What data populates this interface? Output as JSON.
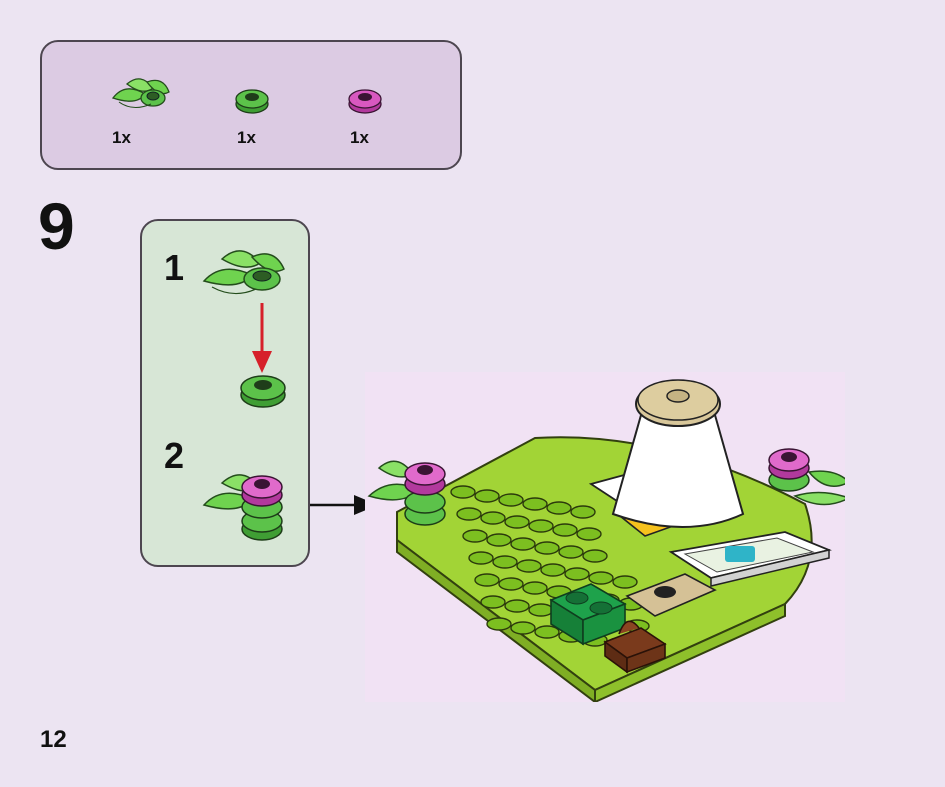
{
  "parts": [
    {
      "name": "leaf-plant-with-round-plate",
      "qty": "1x"
    },
    {
      "name": "green-round-plate",
      "qty": "1x"
    },
    {
      "name": "pink-round-plate",
      "qty": "1x"
    }
  ],
  "step": {
    "number": "9"
  },
  "substeps": [
    {
      "number": "1"
    },
    {
      "number": "2"
    }
  ],
  "page": {
    "number": "12"
  },
  "colors": {
    "leaf": "#6fd34f",
    "plate_green": "#5cc24a",
    "pink": "#d858c0",
    "base_lime": "#a2d436",
    "arrow_red": "#d6202a"
  }
}
